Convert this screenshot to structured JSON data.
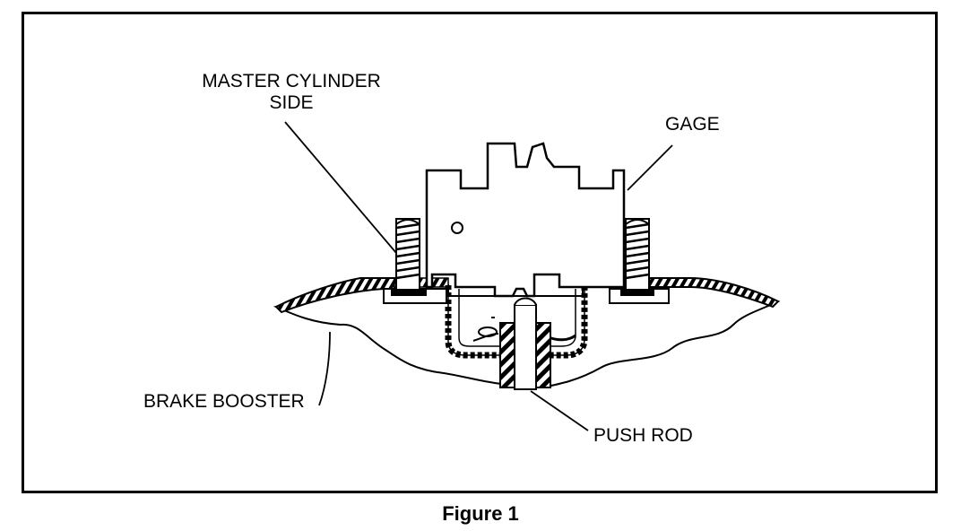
{
  "labels": {
    "master_cylinder_line1": "MASTER CYLINDER",
    "master_cylinder_line2": "SIDE",
    "gage": "GAGE",
    "brake_booster": "BRAKE BOOSTER",
    "push_rod": "PUSH ROD"
  },
  "caption": "Figure 1",
  "colors": {
    "ink": "#000000",
    "paper": "#ffffff"
  }
}
